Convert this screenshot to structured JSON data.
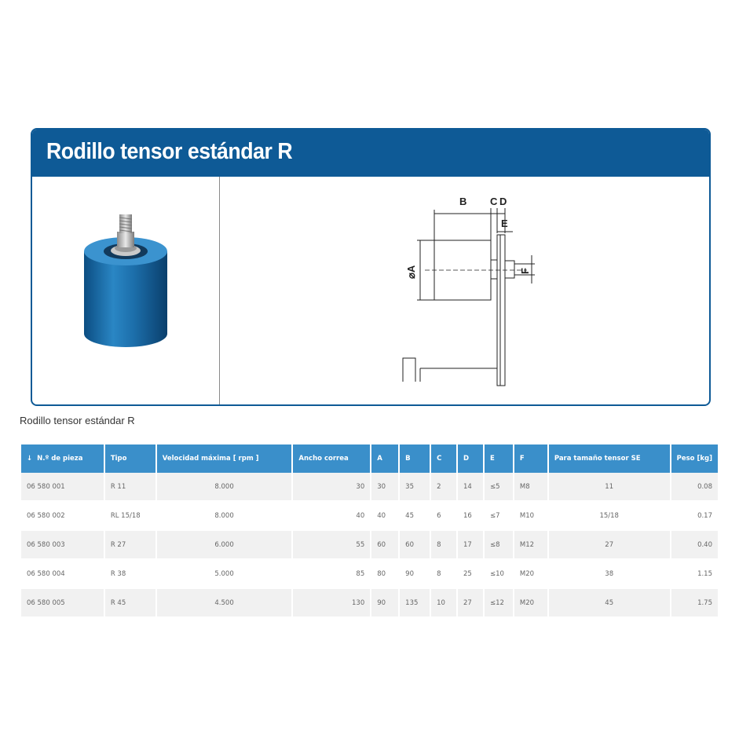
{
  "card": {
    "title": "Rodillo tensor estándar R"
  },
  "drawing_labels": {
    "b": "B",
    "c": "C",
    "d": "D",
    "e": "E",
    "a": "⌀A",
    "f": "F"
  },
  "caption": "Rodillo tensor estándar R",
  "table": {
    "headers": [
      "N.º de pieza",
      "Tipo",
      "Velocidad máxima [ rpm ]",
      "Ancho correa",
      "A",
      "B",
      "C",
      "D",
      "E",
      "F",
      "Para tamaño tensor SE",
      "Peso [kg]"
    ],
    "rows": [
      [
        "06 580 001",
        "R 11",
        "8.000",
        "30",
        "30",
        "35",
        "2",
        "14",
        "≤5",
        "M8",
        "11",
        "0.08"
      ],
      [
        "06 580 002",
        "RL 15/18",
        "8.000",
        "40",
        "40",
        "45",
        "6",
        "16",
        "≤7",
        "M10",
        "15/18",
        "0.17"
      ],
      [
        "06 580 003",
        "R 27",
        "6.000",
        "55",
        "60",
        "60",
        "8",
        "17",
        "≤8",
        "M12",
        "27",
        "0.40"
      ],
      [
        "06 580 004",
        "R 38",
        "5.000",
        "85",
        "80",
        "90",
        "8",
        "25",
        "≤10",
        "M20",
        "38",
        "1.15"
      ],
      [
        "06 580 005",
        "R 45",
        "4.500",
        "130",
        "90",
        "135",
        "10",
        "27",
        "≤12",
        "M20",
        "45",
        "1.75"
      ]
    ]
  },
  "colors": {
    "brand": "#0e5a96",
    "header": "#3a8fca",
    "roller": "#1e6fa8"
  }
}
